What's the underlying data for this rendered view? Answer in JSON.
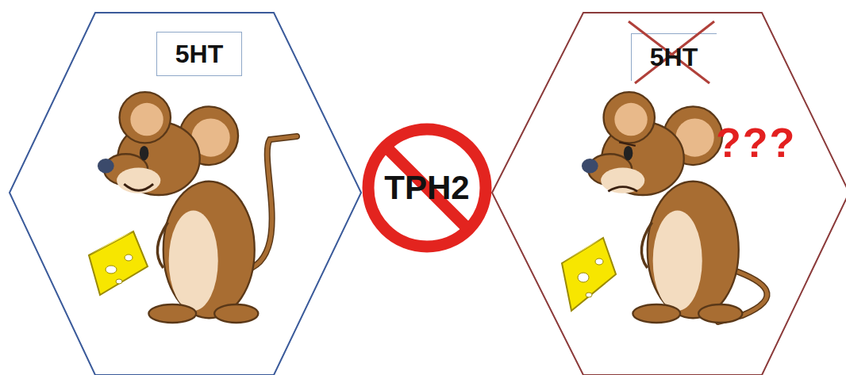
{
  "diagram": {
    "nodes": [
      {
        "text": [
          "5HT"
        ]
      },
      {
        "text": [
          "TPH2"
        ]
      },
      {
        "text": [
          "5HT"
        ]
      }
    ],
    "labels": [
      "???"
    ]
  }
}
